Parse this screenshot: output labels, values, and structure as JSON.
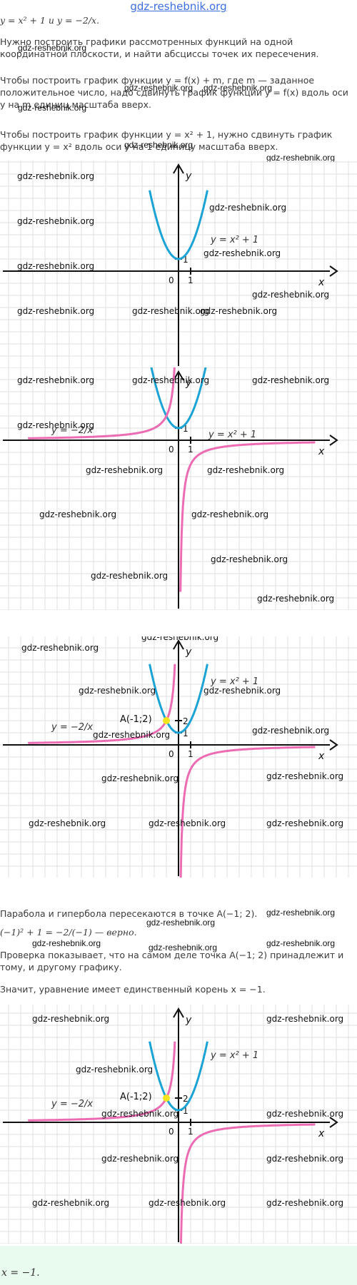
{
  "site_link": "gdz-reshebnik.org",
  "watermark": "gdz-reshebnik.org",
  "intro_line": "y = x² + 1 и y = −2/x.",
  "task_text": "Нужно построить графики рассмотренных функций на одной координатной плоскости, и найти абсциссы точек их пересечения.",
  "shift_rule_text": "Чтобы построить график функции y = f(x) + m, где m — заданное положительное число, надо сдвинуть график функции y = f(x) вдоль оси y на m единиц масштаба вверх.",
  "parabola_rule_text": "Чтобы построить график функции y = x² + 1, нужно сдвинуть график функции y = x² вдоль оси y на 1 единицу масштаба вверх.",
  "intersection_text": "Парабола и гипербола пересекаются в точке A(−1; 2).",
  "check_text": "(−1)² + 1 = −2/(−1) — верно.",
  "verification_text": "Проверка показывает, что на самом деле точка A(−1; 2) принадлежит и тому, и другому графику.",
  "conclusion_text": "Значит, уравнение имеет единственный корень x = −1.",
  "answer_text": "x = −1.",
  "axis": {
    "x_label": "x",
    "y_label": "y",
    "origin": "0",
    "one_x": "1",
    "one_y": "1",
    "two_y": "2"
  },
  "labels": {
    "parabola": "y = x² + 1",
    "hyperbola": "y = −2/x",
    "point": "A(-1;2)"
  },
  "colors": {
    "parabola": "#1aa3d4",
    "hyperbola": "#ec6cb3",
    "point": "#f2e41d",
    "grid": "#dfdfdf",
    "link": "#3c6ee0",
    "answer_bg": "#e9fbef"
  }
}
